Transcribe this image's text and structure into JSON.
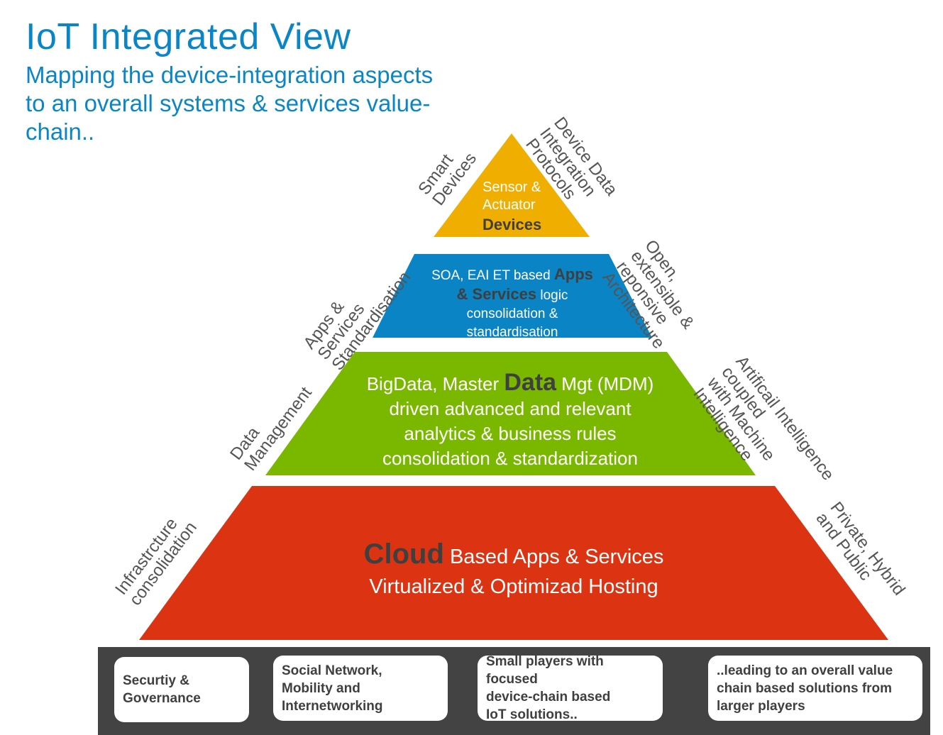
{
  "header": {
    "title": "IoT Integrated View",
    "subtitle": "Mapping the device-integration aspects  to an overall systems & services value-chain.."
  },
  "colors": {
    "title_blue": "#0a86c6",
    "devices_yellow": "#f0ae00",
    "apps_blue": "#0a84c4",
    "data_green": "#7ab800",
    "cloud_red": "#dc3312",
    "highlight_gray": "#3f3f3f",
    "bar_dark": "#434343"
  },
  "pyramid": {
    "devices": {
      "line1": "Sensor &",
      "line2": "Actuator",
      "highlight": "Devices"
    },
    "apps": {
      "pre": "SOA, EAI ET based ",
      "highlight_a": "Apps",
      "highlight_b": "& Services",
      "post": " logic",
      "line3": "consolidation &",
      "line4": "standardisation"
    },
    "data": {
      "pre": "BigData, Master ",
      "highlight": "Data",
      "post": " Mgt (MDM)",
      "line2": "driven advanced and relevant",
      "line3": "analytics & business rules",
      "line4": "consolidation & standardization"
    },
    "cloud": {
      "highlight": "Cloud",
      "post": " Based Apps & Services",
      "line2": "Virtualized & Optimizad Hosting"
    }
  },
  "side_labels": {
    "smart_devices": "Smart\nDevices",
    "device_protocols": "Device Data\nIntegration\nProtocols",
    "apps_standardisation": "Apps &\nServices\nStandardisation",
    "open_architecture": "Open,\nextensible &\nreponsive\nArchitecture",
    "data_management": "Data\nManagement",
    "ai_ml": "Artificail Intelligence\ncoupled\nwith Machine\nIntelligence",
    "infrastructure": "Infrastrcture\nconsolidation",
    "cloud_types": "Private, Hybrid\nand Public"
  },
  "bottom_bar": {
    "boxes": [
      "Securtiy &\nGovernance",
      "Social Network,\nMobility and\nInternetworking",
      "Small players with focused\n device-chain based\nIoT solutions..",
      "..leading to an overall value\nchain based solutions from\nlarger players"
    ]
  }
}
